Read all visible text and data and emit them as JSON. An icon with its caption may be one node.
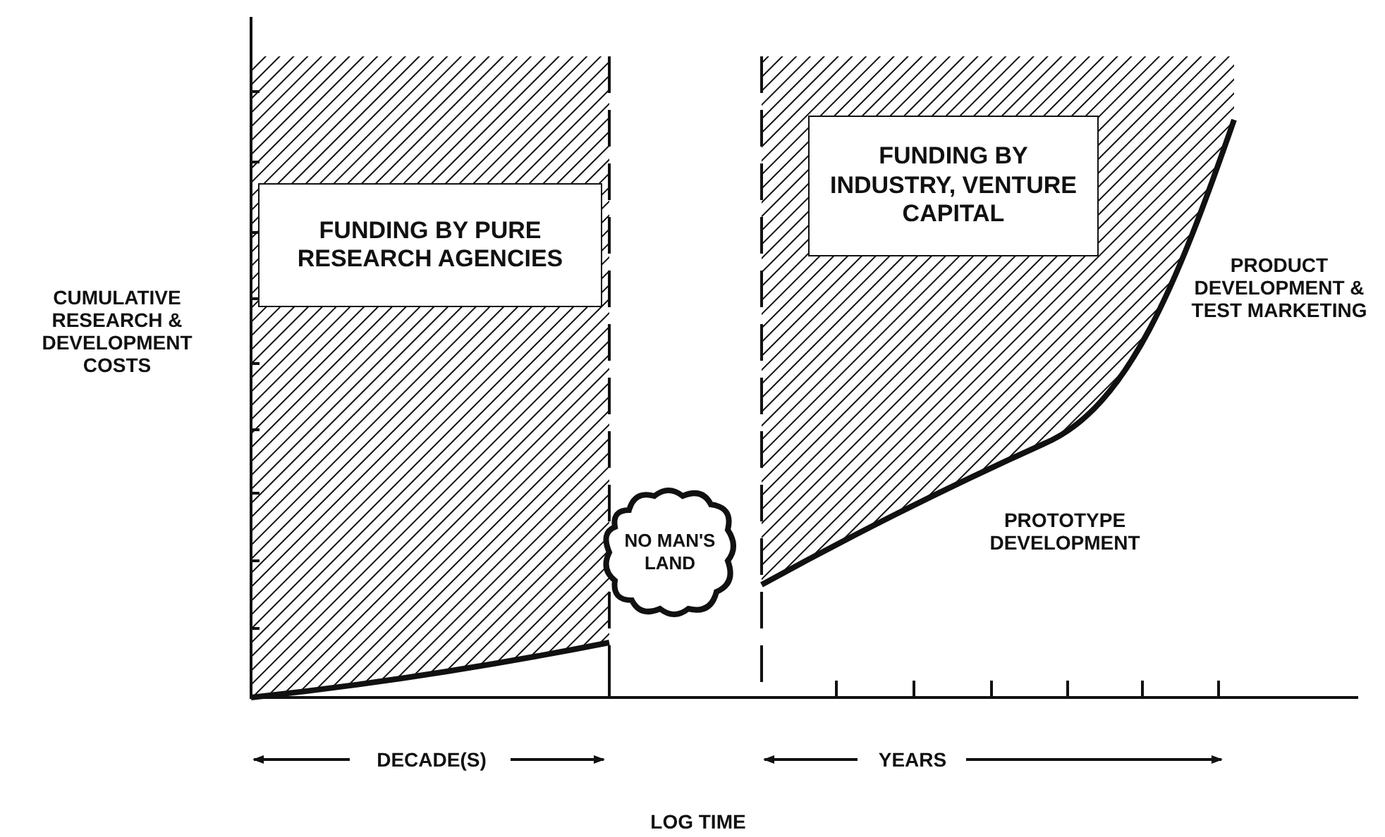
{
  "diagram": {
    "nodes": [
      {
        "text": [
          "FUNDING BY PURE RESEARCH AGENCIES"
        ]
      },
      {
        "text": [
          "FUNDING BY INDUSTRY, VENTURE CAPITAL"
        ]
      },
      {
        "text": [
          "NO MAN'S LAND"
        ]
      }
    ],
    "labels": [
      "CUMULATIVE RESEARCH & DEVELOPMENT COSTS",
      "PRODUCT DEVELOPMENT & TEST MARKETING",
      "PROTOTYPE DEVELOPMENT",
      "DECADE(S)",
      "YEARS",
      "LOG TIME"
    ]
  }
}
